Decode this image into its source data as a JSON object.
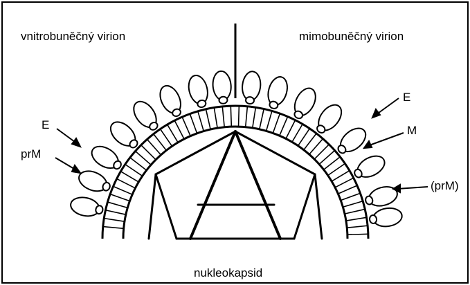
{
  "labels": {
    "intracellular": "vnitrobuněčný virion",
    "extracellular": "mimobuněčný virion",
    "e_left": "E",
    "prm_left": "prM",
    "e_right": "E",
    "m_right": "M",
    "prm_right": "(prM)",
    "nucleocapsid": "nukleokapsid"
  },
  "colors": {
    "ink": "#000000",
    "background": "#ffffff"
  }
}
